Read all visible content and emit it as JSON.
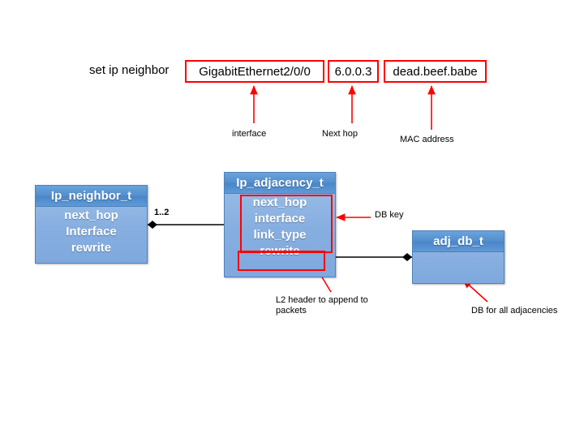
{
  "command": {
    "label": "set ip neighbor",
    "fields": [
      {
        "name": "interface",
        "value": "GigabitEthernet2/0/0",
        "caption": "interface"
      },
      {
        "name": "next-hop",
        "value": "6.0.0.3",
        "caption": "Next hop"
      },
      {
        "name": "mac",
        "value": "dead.beef.babe",
        "caption": "MAC address"
      }
    ]
  },
  "classes": {
    "neighbor": {
      "title": "Ip_neighbor_t",
      "fields": [
        "next_hop",
        "Interface",
        "rewrite"
      ]
    },
    "adjacency": {
      "title": "Ip_adjacency_t",
      "fields": [
        "next_hop",
        "interface",
        "link_type",
        "rewrite"
      ]
    },
    "adj_db": {
      "title": "adj_db_t",
      "fields": []
    }
  },
  "annotations": {
    "db_key": "DB key",
    "l2_header": "L2 header to append to packets",
    "db_for_all": "DB for all adjacencies"
  },
  "relations": {
    "neighbor_to_adjacency_multiplicity": "1..2"
  },
  "colors": {
    "highlight": "#ff0000",
    "class_header": "#4a86c8",
    "class_body": "#86aee0",
    "class_border": "#4e81b8",
    "connector": "#000000",
    "text_light": "#ffffff",
    "text_dark": "#000000"
  }
}
